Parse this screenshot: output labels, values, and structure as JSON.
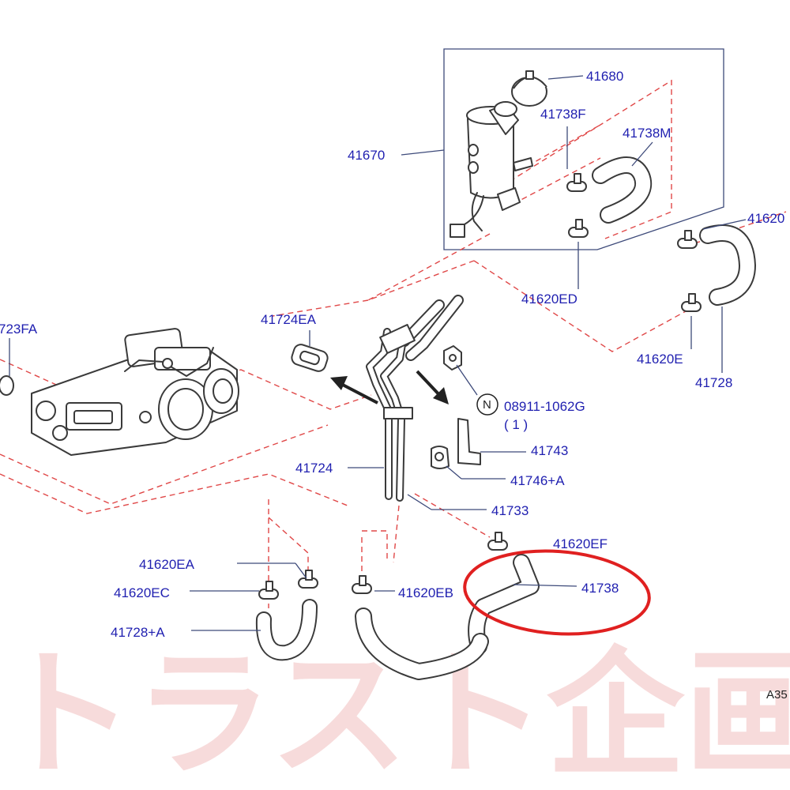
{
  "diagram": {
    "labels": {
      "p41680": "41680",
      "p41738f": "41738F",
      "p41738m": "41738M",
      "p41670": "41670",
      "p41620_tr": "41620",
      "p41620ed": "41620ED",
      "p723fa": "723FA",
      "p41724ea": "41724EA",
      "p41620e": "41620E",
      "p41728": "41728",
      "n_mark": "N",
      "p08911": "08911-1062G",
      "qty": "( 1 )",
      "p41743": "41743",
      "p41724": "41724",
      "p41746a": "41746+A",
      "p41733": "41733",
      "p41620ef": "41620EF",
      "p41620ea": "41620EA",
      "p41620ec": "41620EC",
      "p41620eb": "41620EB",
      "p41738": "41738",
      "p41728a": "41728+A",
      "ref_code": "A35"
    },
    "highlight": {
      "color": "#e02020",
      "target": "41738"
    },
    "colors": {
      "label": "#1f1fb0",
      "phantom_line": "#e04848",
      "part_outline": "#3a3a3a"
    }
  },
  "watermark": {
    "text": "トラスト企画",
    "color": "#d22828"
  }
}
